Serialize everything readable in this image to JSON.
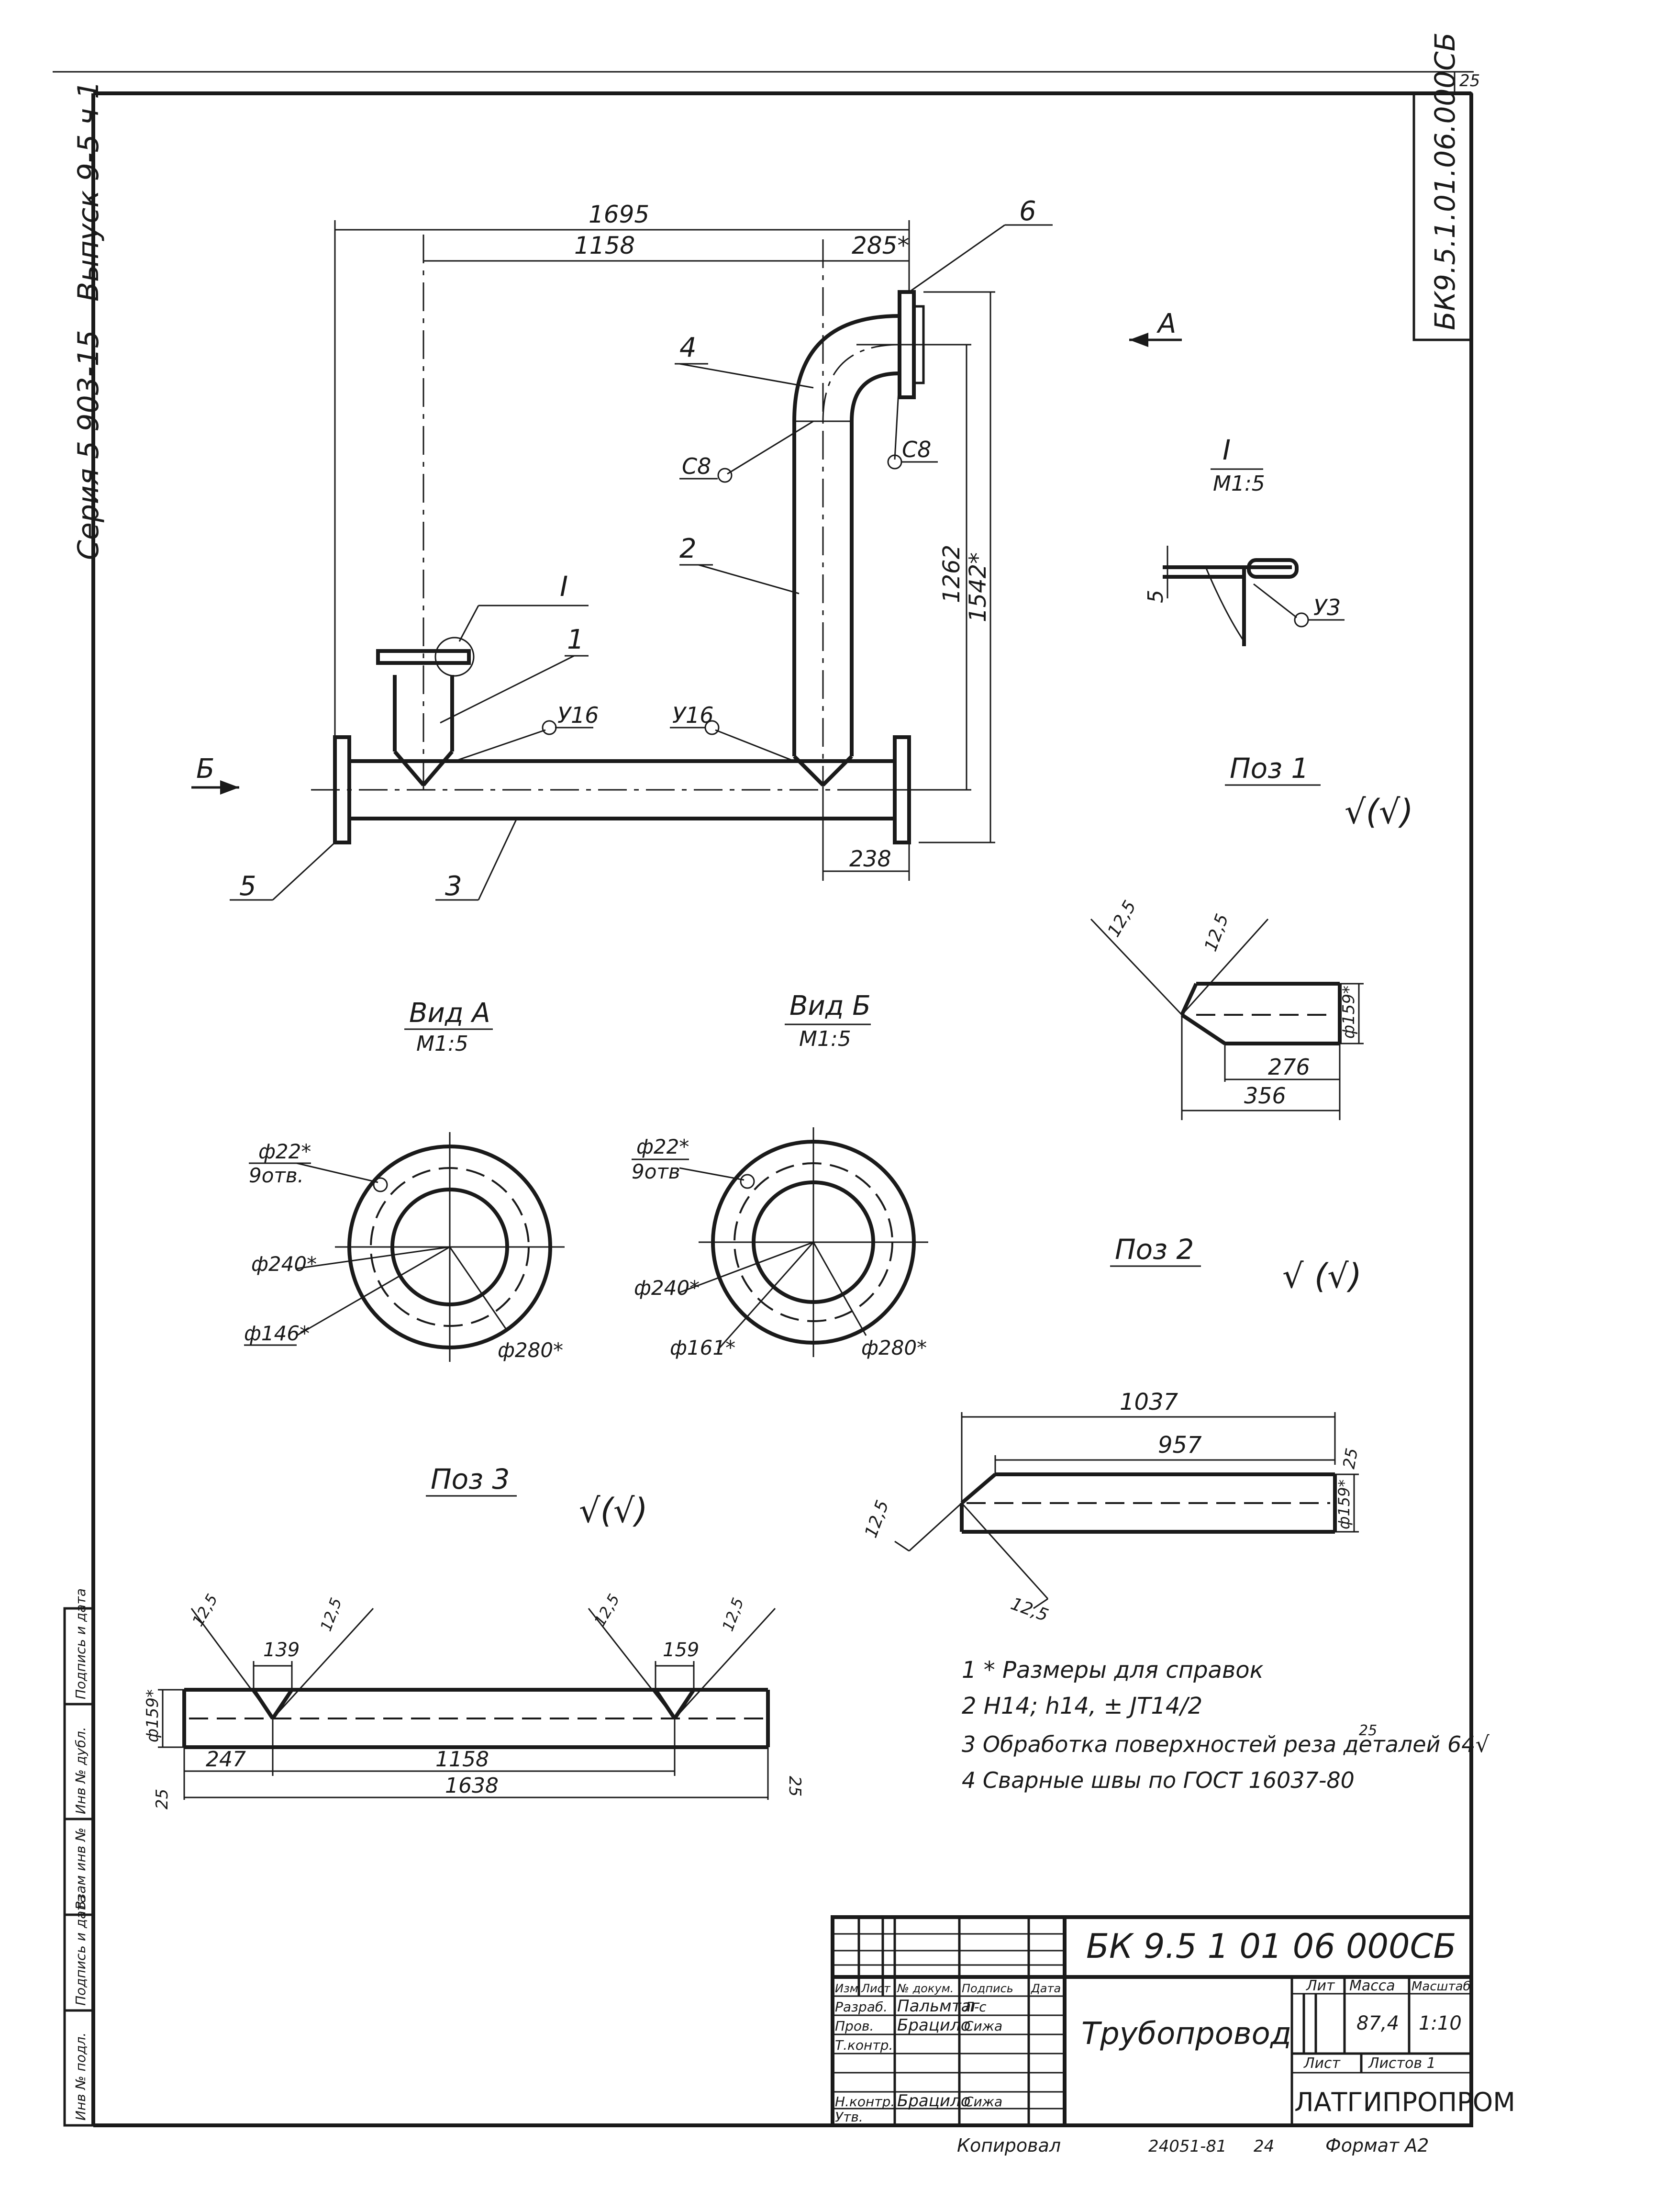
{
  "sheet": {
    "page_number": "25",
    "series": "Серия 5 903-15",
    "issue": "Выпуск 9-5 ч 1",
    "code_vertical": "БК9.5.1.01.06.000СБ"
  },
  "main_view": {
    "dim_overall": "1695",
    "dim_span": "1158",
    "dim_offset": "285*",
    "dim_height_inner": "1262",
    "dim_height_outer": "1542*",
    "dim_width": "238",
    "view_a_arrow": "А",
    "view_b_arrow": "Б",
    "callouts": [
      "1",
      "2",
      "3",
      "4",
      "5",
      "6"
    ],
    "detail_callout": "I",
    "welds": [
      "С8",
      "С8",
      "У16",
      "У16"
    ]
  },
  "detail_i": {
    "title": "I",
    "scale": "М1:5",
    "dim": "5",
    "weld": "У3"
  },
  "view_a": {
    "title": "Вид А",
    "scale": "М1:5",
    "holes_1": "ф22*",
    "holes_2": "9отв.",
    "d_pcd": "ф240*",
    "d_inner": "ф146*",
    "d_outer": "ф280*"
  },
  "view_b": {
    "title": "Вид Б",
    "scale": "М1:5",
    "holes_1": "ф22*",
    "holes_2": "9отв",
    "d_pcd": "ф240*",
    "d_inner": "ф161*",
    "d_outer": "ф280*"
  },
  "pos1": {
    "title": "Поз 1",
    "roughness": "√(√)",
    "rough_1": "12,5",
    "rough_2": "12,5",
    "diameter": "ф159*",
    "dim_a": "276",
    "dim_b": "356"
  },
  "pos2": {
    "title": "Поз 2",
    "roughness": "√ (√)",
    "dim_overall": "1037",
    "dim_inner": "957",
    "diameter": "ф159*",
    "rough_1": "12,5",
    "rough_2": "12,5",
    "rough_3": "25"
  },
  "pos3": {
    "title": "Поз 3",
    "roughness": "√(√)",
    "diameter": "ф159*",
    "rough_marks": [
      "12,5",
      "12,5",
      "12,5",
      "12,5"
    ],
    "dim_139": "139",
    "dim_159": "159",
    "dim_247": "247",
    "dim_1158": "1158",
    "dim_1638": "1638",
    "rough_end": "25"
  },
  "notes": [
    "1 * Размеры для справок",
    "2  H14; h14,  ± JT14/2",
    "3 Обработка поверхностей реза деталей 64√",
    "4 Сварные  швы по ГОСТ 16037-80"
  ],
  "notes_sup": "25",
  "title_block": {
    "doc_code": "БК 9.5 1 01 06 000СБ",
    "title": "Трубопровод",
    "col_headers": [
      "Изм",
      "Лист",
      "№ докум.",
      "Подпись",
      "Дата"
    ],
    "roles": [
      "Разраб.",
      "Пров.",
      "Т.контр.",
      "",
      "Н.контр.",
      "Утв."
    ],
    "names": [
      "Пальмтаг",
      "Брацило",
      "",
      "",
      "Брацило",
      ""
    ],
    "signatures": [
      "Л-с",
      "Сижа",
      "",
      "",
      "Сижа",
      ""
    ],
    "lit_label": "Лит",
    "mass_label": "Масса",
    "scale_label": "Масштаб",
    "mass": "87,4",
    "scale": "1:10",
    "sheet_label": "Лист",
    "sheets_label": "Листов 1",
    "org": "ЛАТГИПРОПРОМ"
  },
  "footer": {
    "copied": "Копировал",
    "order": "24051-81",
    "sheet_no": "24",
    "format": "Формат А2"
  },
  "left_strip": [
    "Инв № подл.",
    "Подпись и дата",
    "Взам инв №",
    "Инв № дубл.",
    "Подпись и дата"
  ]
}
